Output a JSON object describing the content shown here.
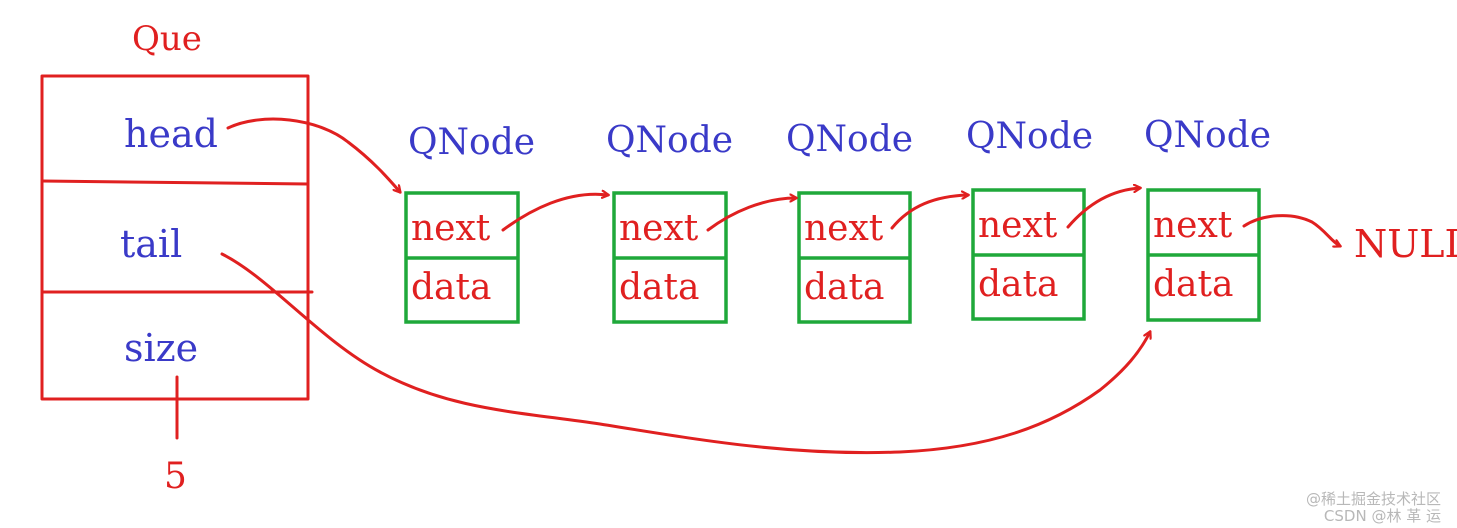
{
  "colors": {
    "struct_outline": "#e02020",
    "node_outline": "#1fa83a",
    "field_label": "#3a3ac8",
    "node_field": "#e02020",
    "arrow": "#e02020"
  },
  "queue": {
    "title": "Que",
    "fields": [
      "head",
      "tail",
      "size"
    ],
    "size_value": "5"
  },
  "nodes": [
    {
      "title": "QNode",
      "fields": [
        "next",
        "data"
      ]
    },
    {
      "title": "QNode",
      "fields": [
        "next",
        "data"
      ]
    },
    {
      "title": "QNode",
      "fields": [
        "next",
        "data"
      ]
    },
    {
      "title": "QNode",
      "fields": [
        "next",
        "data"
      ]
    },
    {
      "title": "QNode",
      "fields": [
        "next",
        "data"
      ]
    }
  ],
  "terminal": "NULL",
  "watermark": {
    "line1": "@稀土掘金技术社区",
    "line2": "CSDN @林 革 运"
  }
}
